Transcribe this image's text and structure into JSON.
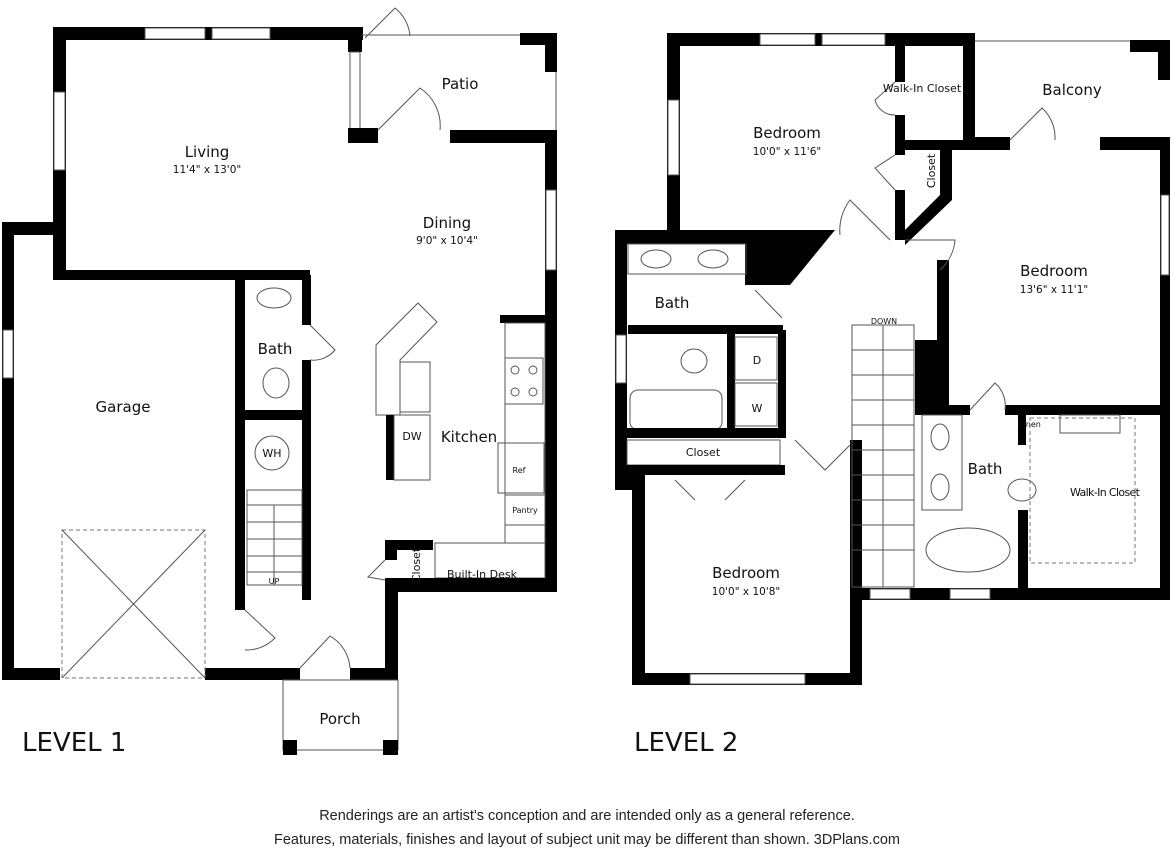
{
  "level1": {
    "title": "LEVEL 1",
    "rooms": {
      "living": {
        "name": "Living",
        "size": "11'4\" x 13'0\""
      },
      "dining": {
        "name": "Dining",
        "size": "9'0\" x 10'4\""
      },
      "patio": {
        "name": "Patio"
      },
      "garage": {
        "name": "Garage"
      },
      "bath": {
        "name": "Bath"
      },
      "kitchen": {
        "name": "Kitchen"
      },
      "porch": {
        "name": "Porch"
      },
      "closet": {
        "name": "Closet"
      },
      "desk": {
        "name": "Built-In Desk"
      }
    },
    "fixtures": {
      "wh": "WH",
      "dw": "DW",
      "ref": "Ref",
      "pantry": "Pantry",
      "up": "UP"
    }
  },
  "level2": {
    "title": "LEVEL 2",
    "rooms": {
      "bedroom1": {
        "name": "Bedroom",
        "size": "10'0\" x 11'6\""
      },
      "walkin1": {
        "name": "Walk-In Closet"
      },
      "balcony": {
        "name": "Balcony"
      },
      "closet1": {
        "name": "Closet"
      },
      "bedroom2": {
        "name": "Bedroom",
        "size": "13'6\" x 11'1\""
      },
      "bath1": {
        "name": "Bath"
      },
      "closet2": {
        "name": "Closet"
      },
      "bedroom3": {
        "name": "Bedroom",
        "size": "10'0\" x 10'8\""
      },
      "bath2": {
        "name": "Bath"
      },
      "walkin2": {
        "name": "Walk-In Closet"
      },
      "linen": {
        "name": "Linen"
      }
    },
    "fixtures": {
      "dryer": "D",
      "washer": "W",
      "down": "DOWN"
    }
  },
  "footer": {
    "line1": "Renderings are an artist's conception and are intended only as a general reference.",
    "line2": "Features, materials, finishes and layout of subject unit may be different than shown. 3DPlans.com"
  }
}
